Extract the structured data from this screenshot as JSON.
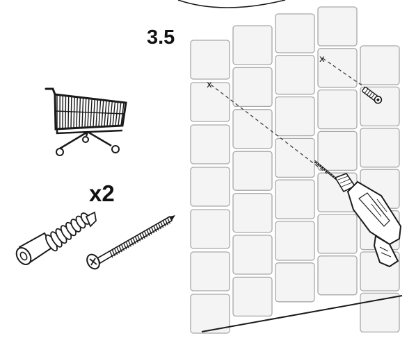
{
  "step": {
    "number": "3.5"
  },
  "quantity": {
    "label": "x2"
  },
  "wall": {
    "tile_columns": 5,
    "tile_rows": 7
  },
  "marks": {
    "drill_point_glyph": "x",
    "anchor_point_glyph": "x"
  },
  "icons": [
    "shopping-cart-icon",
    "wall-plug-icon",
    "screw-icon",
    "drill-icon"
  ],
  "colors": {
    "line": "#1a1a1a",
    "tile_fill": "#f4f4f4",
    "tile_stroke": "#a8a8a8",
    "dashed": "#333333"
  }
}
